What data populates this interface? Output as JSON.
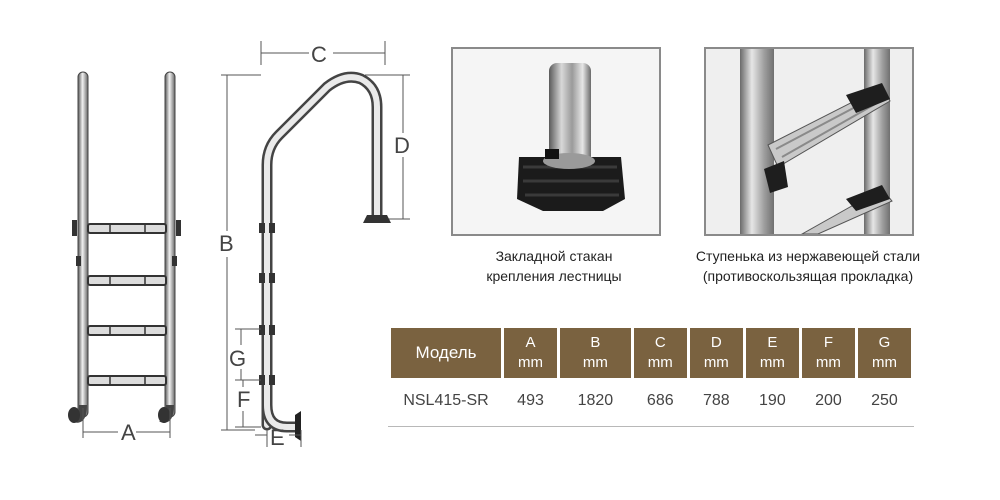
{
  "diagram": {
    "front_dims": {
      "a": "A"
    },
    "side_dims": {
      "b": "B",
      "c": "C",
      "d": "D",
      "e": "E",
      "f": "F",
      "g": "G"
    }
  },
  "photos": [
    {
      "id": "anchor",
      "caption_lines": [
        "Закладной стакан",
        "крепления лестницы"
      ]
    },
    {
      "id": "step",
      "caption_lines": [
        "Ступенька из нержавеющей стали",
        "(противоскользящая прокладка)"
      ]
    }
  ],
  "spec_table": {
    "header_bg": "#7a6240",
    "model_header": "Модель",
    "unit": "mm",
    "columns": [
      "A",
      "B",
      "C",
      "D",
      "E",
      "F",
      "G"
    ],
    "rows": [
      {
        "model": "NSL415-SR",
        "values": [
          "493",
          "1820",
          "686",
          "788",
          "190",
          "200",
          "250"
        ]
      }
    ]
  }
}
